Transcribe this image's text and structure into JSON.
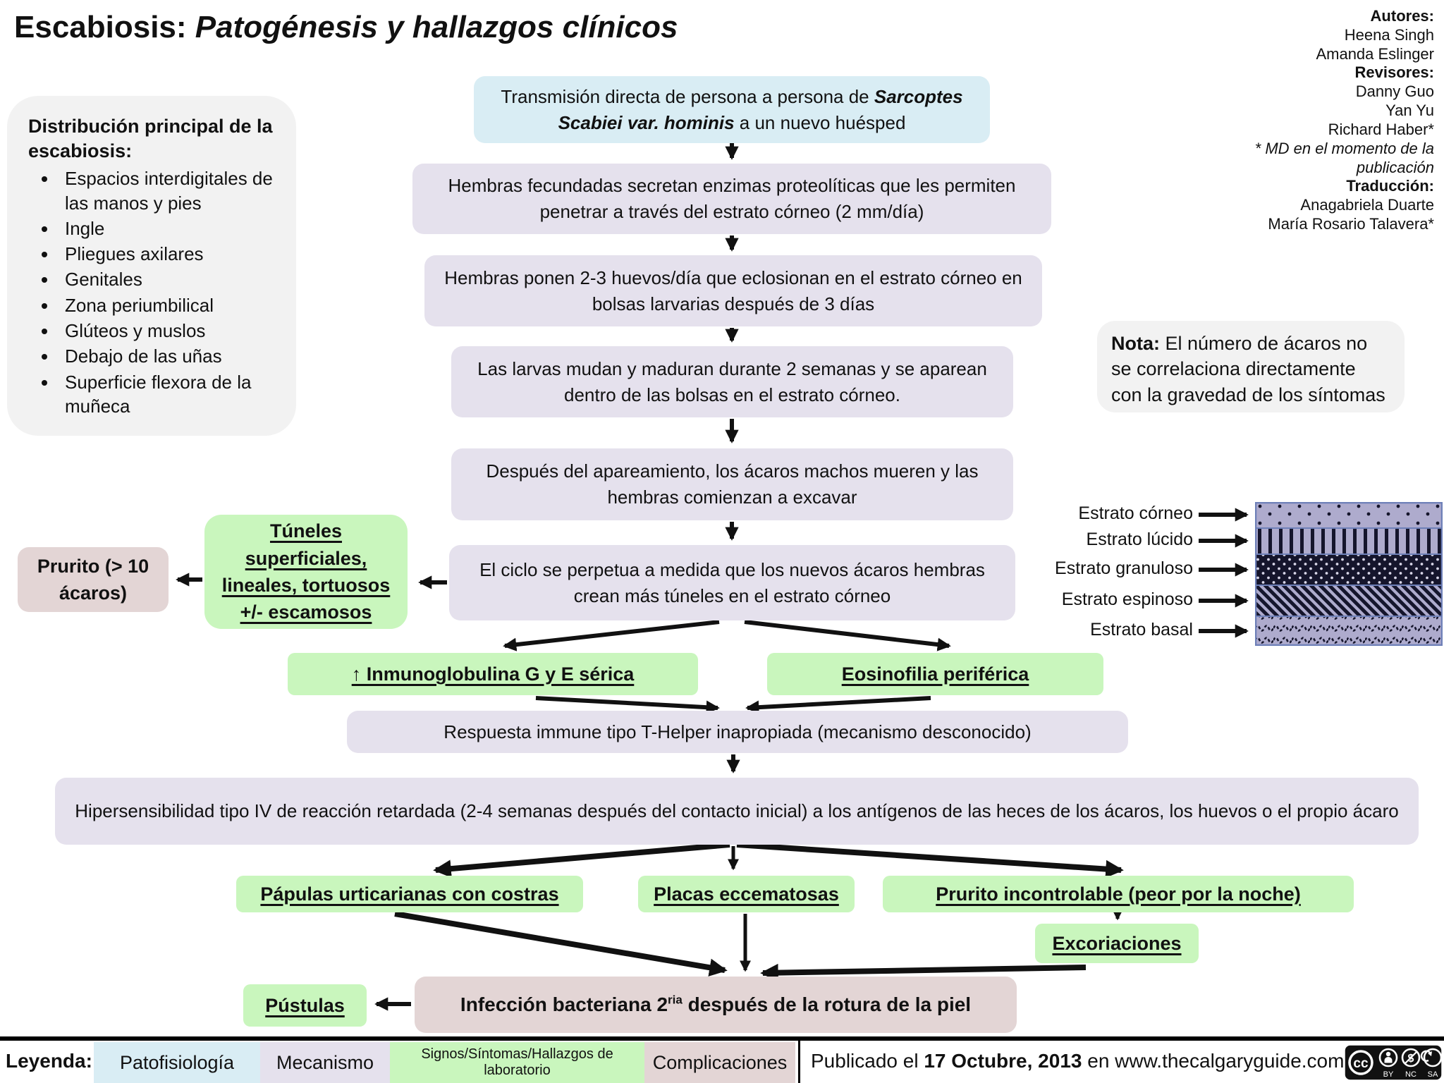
{
  "title": {
    "disease": "Escabiosis: ",
    "subtitle": "Patogénesis y hallazgos clínicos"
  },
  "credits": {
    "lines": [
      {
        "text": "Autores:",
        "style": "bold"
      },
      {
        "text": "Heena Singh",
        "style": "normal"
      },
      {
        "text": "Amanda Eslinger",
        "style": "normal"
      },
      {
        "text": "Revisores:",
        "style": "bold"
      },
      {
        "text": "Danny Guo",
        "style": "normal"
      },
      {
        "text": "Yan Yu",
        "style": "normal"
      },
      {
        "text": "Richard Haber*",
        "style": "normal"
      },
      {
        "text": "* MD en el momento de la publicación",
        "style": "italic"
      },
      {
        "text": "Traducción:",
        "style": "bold"
      },
      {
        "text": "Anagabriela Duarte",
        "style": "normal"
      },
      {
        "text": "María Rosario Talavera*",
        "style": "normal"
      }
    ]
  },
  "distribution": {
    "title": "Distribución principal de la escabiosis:",
    "items": [
      "Espacios interdigitales de las manos y pies",
      "Ingle",
      "Pliegues axilares",
      "Genitales",
      "Zona periumbilical",
      "Glúteos y muslos",
      "Debajo de las uñas",
      "Superficie flexora de la muñeca"
    ]
  },
  "flow": {
    "transmision_pre": "Transmisión directa de persona a persona de ",
    "transmision_species": "Sarcoptes Scabiei var. hominis",
    "transmision_post": " a un nuevo huésped",
    "hembras_fecundadas": "Hembras fecundadas secretan enzimas proteolíticas que les permiten penetrar a través del estrato córneo (2 mm/día)",
    "hembras_ponen": "Hembras ponen 2-3 huevos/día que eclosionan en el estrato córneo en bolsas larvarias después de 3 días",
    "larvas": "Las larvas mudan y maduran durante 2 semanas y se aparean dentro de las bolsas en el estrato córneo.",
    "apareamiento": "Después del apareamiento, los ácaros machos mueren y las hembras comienzan a excavar",
    "ciclo": "El ciclo se perpetua a medida que los nuevos ácaros hembras crean más túneles en el estrato córneo",
    "tuneles": "Túneles superficiales, lineales, tortuosos +/- escamosos",
    "prurito": "Prurito (> 10 ácaros)",
    "inmunoglobulina": "↑ Inmunoglobulina G y E sérica",
    "eosinofilia": "Eosinofilia periférica",
    "respuesta": "Respuesta immune tipo T-Helper inapropiada (mecanismo desconocido)",
    "hipersensibilidad": "Hipersensibilidad tipo IV de reacción retardada (2-4 semanas después del contacto inicial) a los antígenos de las heces de los ácaros, los huevos o el propio ácaro",
    "papulas": "Pápulas urticarianas con costras",
    "placas": "Placas eccematosas",
    "prurito_incontrolable": "Prurito incontrolable (peor por la noche)",
    "excoriaciones": "Excoriaciones",
    "pustulas": "Pústulas",
    "infeccion_pre": "Infección bacteriana 2",
    "infeccion_sup": "ria",
    "infeccion_post": " después de la rotura de la piel"
  },
  "nota": {
    "label": "Nota:",
    "text": " El número de ácaros no se correlaciona directamente con la gravedad de los síntomas"
  },
  "skin": {
    "labels": [
      "Estrato córneo",
      "Estrato lúcido",
      "Estrato granuloso",
      "Estrato espinoso",
      "Estrato basal"
    ]
  },
  "legend": {
    "label": "Leyenda:",
    "items": [
      {
        "label": "Patofisiología",
        "color": "#d9edf4"
      },
      {
        "label": "Mecanismo",
        "color": "#e5e1ed"
      },
      {
        "label": "Signos/Síntomas/Hallazgos de laboratorio",
        "color": "#c9f6bd"
      },
      {
        "label": "Complicaciones",
        "color": "#e3d5d5"
      }
    ]
  },
  "footer": {
    "pub_pre": "Publicado el ",
    "pub_date": "17 Octubre, 2013",
    "pub_post": " en www.thecalgaryguide.com",
    "cc_badge": "cc",
    "cc_labels": [
      "BY",
      "NC",
      "SA"
    ]
  },
  "palette": {
    "blue": "#d9edf4",
    "purple": "#e5e1ed",
    "green": "#c9f6bd",
    "pink": "#e3d5d5",
    "gray": "#f2f2f2",
    "skin_base": "#aeabcd",
    "skin_border": "#6e80b8",
    "skin_dark": "#15152c",
    "arrow": "#111111"
  }
}
